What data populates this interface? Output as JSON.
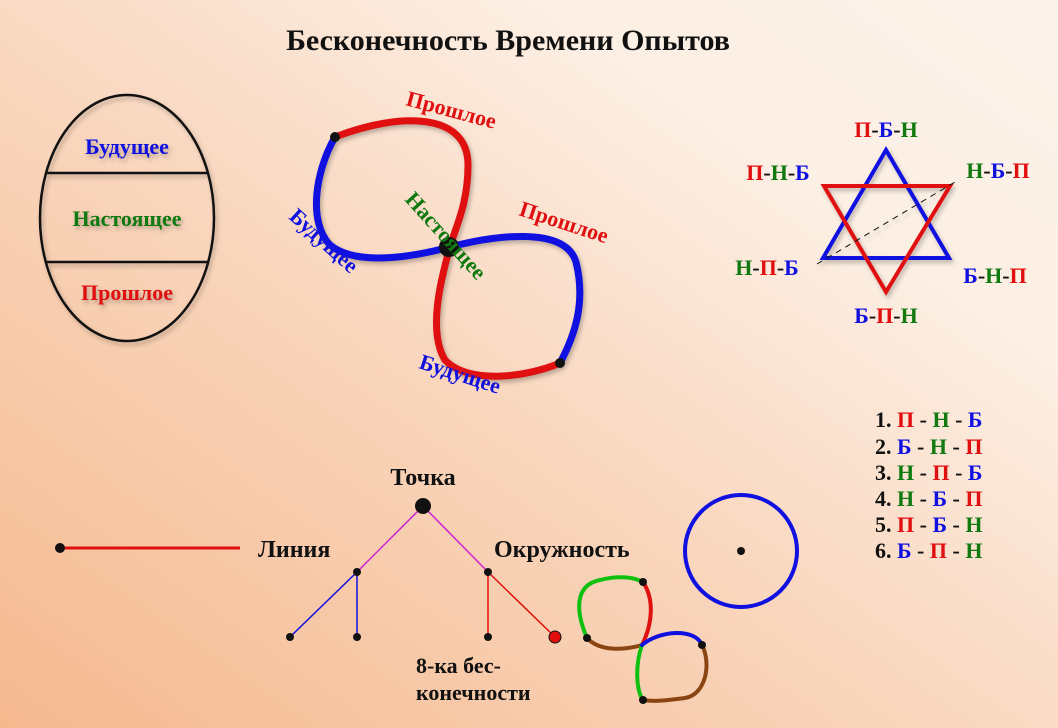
{
  "title": "Бесконечность Времени Опытов",
  "colors": {
    "past": "#e01010",
    "present": "#107a10",
    "future": "#1010e0",
    "black": "#111111",
    "magenta": "#d020d0",
    "green": "#10c010",
    "brown": "#8b4513"
  },
  "oval": {
    "future": "Будущее",
    "present": "Настоящее",
    "past": "Прошлое"
  },
  "lemniscate": {
    "past_top": "Прошлое",
    "past_right": "Прошлое",
    "future_left": "Будущее",
    "future_bottom": "Будущее",
    "present": "Настоящее"
  },
  "star": {
    "top": [
      {
        "t": "П",
        "c": "past"
      },
      {
        "t": "-",
        "c": "black"
      },
      {
        "t": "Б",
        "c": "future"
      },
      {
        "t": "-",
        "c": "black"
      },
      {
        "t": "Н",
        "c": "present"
      }
    ],
    "upper_left": [
      {
        "t": "П",
        "c": "past"
      },
      {
        "t": "-",
        "c": "black"
      },
      {
        "t": "Н",
        "c": "present"
      },
      {
        "t": "-",
        "c": "black"
      },
      {
        "t": "Б",
        "c": "future"
      }
    ],
    "upper_right": [
      {
        "t": "Н",
        "c": "present"
      },
      {
        "t": "-",
        "c": "black"
      },
      {
        "t": "Б",
        "c": "future"
      },
      {
        "t": "-",
        "c": "black"
      },
      {
        "t": "П",
        "c": "past"
      }
    ],
    "lower_left": [
      {
        "t": "Н",
        "c": "present"
      },
      {
        "t": "-",
        "c": "black"
      },
      {
        "t": "П",
        "c": "past"
      },
      {
        "t": "-",
        "c": "black"
      },
      {
        "t": "Б",
        "c": "future"
      }
    ],
    "lower_right": [
      {
        "t": "Б",
        "c": "future"
      },
      {
        "t": "-",
        "c": "black"
      },
      {
        "t": "Н",
        "c": "present"
      },
      {
        "t": "-",
        "c": "black"
      },
      {
        "t": "П",
        "c": "past"
      }
    ],
    "bottom": [
      {
        "t": "Б",
        "c": "future"
      },
      {
        "t": "-",
        "c": "black"
      },
      {
        "t": "П",
        "c": "past"
      },
      {
        "t": "-",
        "c": "black"
      },
      {
        "t": "Н",
        "c": "present"
      }
    ]
  },
  "list": [
    [
      {
        "t": "1. ",
        "c": "black"
      },
      {
        "t": "П",
        "c": "past"
      },
      {
        "t": " - ",
        "c": "black"
      },
      {
        "t": "Н",
        "c": "present"
      },
      {
        "t": " - ",
        "c": "black"
      },
      {
        "t": "Б",
        "c": "future"
      }
    ],
    [
      {
        "t": "2. ",
        "c": "black"
      },
      {
        "t": "Б",
        "c": "future"
      },
      {
        "t": " - ",
        "c": "black"
      },
      {
        "t": "Н",
        "c": "present"
      },
      {
        "t": " - ",
        "c": "black"
      },
      {
        "t": "П",
        "c": "past"
      }
    ],
    [
      {
        "t": "3. ",
        "c": "black"
      },
      {
        "t": "Н",
        "c": "present"
      },
      {
        "t": " - ",
        "c": "black"
      },
      {
        "t": "П",
        "c": "past"
      },
      {
        "t": " - ",
        "c": "black"
      },
      {
        "t": "Б",
        "c": "future"
      }
    ],
    [
      {
        "t": "4. ",
        "c": "black"
      },
      {
        "t": "Н",
        "c": "present"
      },
      {
        "t": " - ",
        "c": "black"
      },
      {
        "t": "Б",
        "c": "future"
      },
      {
        "t": " - ",
        "c": "black"
      },
      {
        "t": "П",
        "c": "past"
      }
    ],
    [
      {
        "t": "5. ",
        "c": "black"
      },
      {
        "t": "П",
        "c": "past"
      },
      {
        "t": " - ",
        "c": "black"
      },
      {
        "t": "Б",
        "c": "future"
      },
      {
        "t": " - ",
        "c": "black"
      },
      {
        "t": "Н",
        "c": "present"
      }
    ],
    [
      {
        "t": "6. ",
        "c": "black"
      },
      {
        "t": "Б",
        "c": "future"
      },
      {
        "t": " - ",
        "c": "black"
      },
      {
        "t": "П",
        "c": "past"
      },
      {
        "t": " - ",
        "c": "black"
      },
      {
        "t": "Н",
        "c": "present"
      }
    ]
  ],
  "tree": {
    "point": "Точка",
    "line": "Линия",
    "circle": "Окружность",
    "eight_line1": "8-ка бес-",
    "eight_line2": "конечности"
  }
}
